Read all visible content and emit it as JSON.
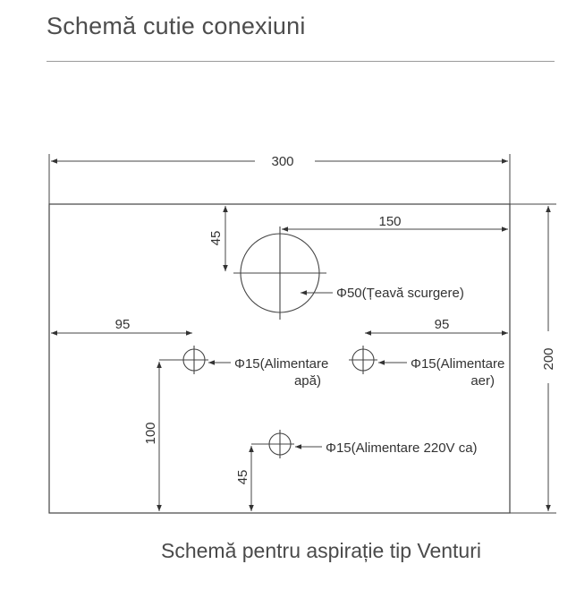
{
  "header": {
    "title": "Schemă cutie conexiuni"
  },
  "diagram": {
    "dimensions": {
      "width": "300",
      "height": "200",
      "drain_offset_right": "150",
      "drain_offset_top": "45",
      "water_offset_left": "95",
      "air_offset_right": "95",
      "water_offset_bottom": "100",
      "power_offset_bottom": "45"
    },
    "labels": {
      "drain_pipe": "Φ50(Țeavă scurgere)",
      "water_line1": "Φ15(Alimentare",
      "water_line2": "apă)",
      "air_line1": "Φ15(Alimentare",
      "air_line2": "aer)",
      "power": "Φ15(Alimentare 220V ca)"
    }
  },
  "footer": {
    "caption": "Schemă pentru aspirație tip Venturi"
  }
}
